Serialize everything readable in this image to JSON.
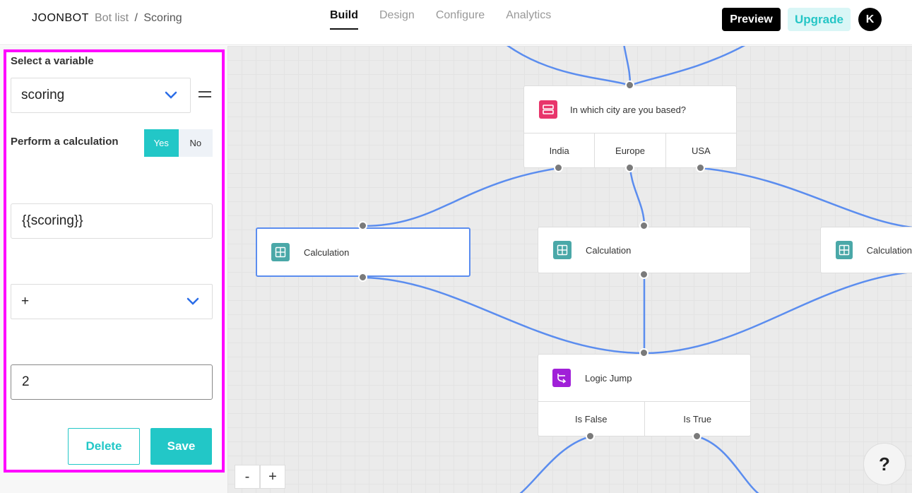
{
  "header": {
    "brand": "JOONBOT",
    "breadcrumb_parent": "Bot list",
    "breadcrumb_sep": "/",
    "breadcrumb_current": "Scoring",
    "tabs": [
      "Build",
      "Design",
      "Configure",
      "Analytics"
    ],
    "active_tab": "Build",
    "preview_label": "Preview",
    "upgrade_label": "Upgrade",
    "avatar_initial": "K"
  },
  "panel": {
    "variable_label": "Select a variable",
    "variable_value": "scoring",
    "calc_label": "Perform a calculation",
    "toggle_yes": "Yes",
    "toggle_no": "No",
    "toggle_selected": "Yes",
    "operand1_value": "{{scoring}}",
    "operator_value": "+",
    "operand2_value": "2",
    "delete_label": "Delete",
    "save_label": "Save"
  },
  "canvas": {
    "question_node": {
      "title": "In which city are you based?",
      "options": [
        "India",
        "Europe",
        "USA"
      ]
    },
    "calc_nodes": [
      "Calculation",
      "Calculation",
      "Calculation"
    ],
    "logic_node": {
      "title": "Logic Jump",
      "options": [
        "Is False",
        "Is True"
      ]
    },
    "zoom_out": "-",
    "zoom_in": "+",
    "help_symbol": "?"
  },
  "colors": {
    "accent": "#22c7c7",
    "highlight_frame": "#ff00ff",
    "wire": "#5b8def",
    "question_icon": "#e8356b",
    "calc_icon": "#4aa8a8",
    "logic_icon": "#a020d8"
  }
}
